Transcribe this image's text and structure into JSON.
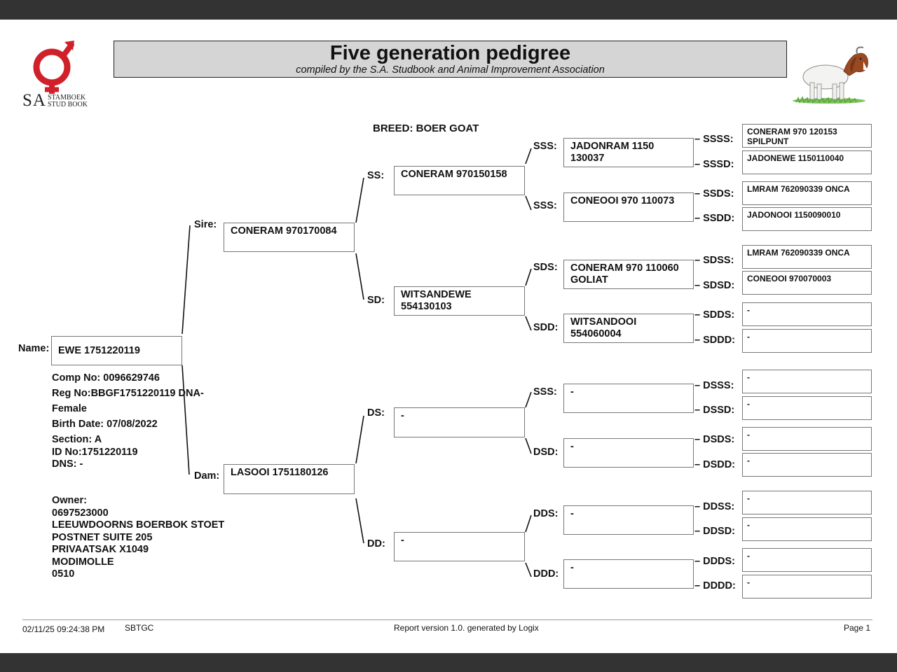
{
  "logo": {
    "letters": "SA",
    "line1": "STAMBOEK",
    "line2": "STUD BOOK",
    "color": "#d0202a"
  },
  "header": {
    "title": "Five generation pedigree",
    "subtitle": "compiled by the S.A. Studbook and Animal Improvement Association"
  },
  "breed": "BREED: BOER GOAT",
  "animal": {
    "name_label": "Name:",
    "name": "EWE 1751220119",
    "comp_no": "Comp No: 0096629746",
    "reg_no": "Reg No:BBGF1751220119 DNA-",
    "sex": "Female",
    "birth_date": "Birth Date: 07/08/2022",
    "section": "Section: A",
    "id_no": "ID No:1751220119",
    "dns": "DNS: -",
    "owner_label": "Owner:",
    "owner_lines": [
      "0697523000",
      "LEEUWDOORNS BOERBOK STOET",
      "POSTNET SUITE 205",
      "PRIVAATSAK X1049",
      "MODIMOLLE",
      "0510"
    ]
  },
  "parents": {
    "sire_label": "Sire:",
    "sire": "CONERAM 970170084",
    "dam_label": "Dam:",
    "dam": "LASOOI 1751180126"
  },
  "gen2": [
    {
      "label": "SS:",
      "value": "CONERAM 970150158"
    },
    {
      "label": "SD:",
      "value": "WITSANDEWE\n554130103"
    },
    {
      "label": "DS:",
      "value": "-"
    },
    {
      "label": "DD:",
      "value": "-"
    }
  ],
  "gen3": [
    {
      "label": "SSS:",
      "value": "JADONRAM 1150\n130037"
    },
    {
      "label": "SSS:",
      "value": "CONEOOI 970 110073"
    },
    {
      "label": "SDS:",
      "value": "CONERAM 970 110060\nGOLIAT"
    },
    {
      "label": "SDD:",
      "value": "WITSANDOOI\n554060004"
    },
    {
      "label": "SSS:",
      "value": "-"
    },
    {
      "label": "DSD:",
      "value": "-"
    },
    {
      "label": "DDS:",
      "value": "-"
    },
    {
      "label": "DDD:",
      "value": "-"
    }
  ],
  "gen4": [
    {
      "label": "– SSSS:",
      "value": "CONERAM 970 120153\nSPILPUNT"
    },
    {
      "label": "– SSSD:",
      "value": "JADONEWE 1150110040"
    },
    {
      "label": "– SSDS:",
      "value": "LMRAM 762090339 ONCA"
    },
    {
      "label": "– SSDD:",
      "value": "JADONOOI 1150090010"
    },
    {
      "label": "– SDSS:",
      "value": "LMRAM 762090339 ONCA"
    },
    {
      "label": "– SDSD:",
      "value": "CONEOOI 970070003"
    },
    {
      "label": "– SDDS:",
      "value": "-"
    },
    {
      "label": "– SDDD:",
      "value": "-"
    },
    {
      "label": "– DSSS:",
      "value": "-"
    },
    {
      "label": "– DSSD:",
      "value": "-"
    },
    {
      "label": "– DSDS:",
      "value": "-"
    },
    {
      "label": "– DSDD:",
      "value": "-"
    },
    {
      "label": "– DDSS:",
      "value": "-"
    },
    {
      "label": "– DDSD:",
      "value": "-"
    },
    {
      "label": "– DDDS:",
      "value": "-"
    },
    {
      "label": "– DDDD:",
      "value": "-"
    }
  ],
  "footer": {
    "datetime": "02/11/25 09:24:38 PM",
    "code": "SBTGC",
    "report": "Report version 1.0. generated by Logix",
    "page": "Page 1"
  }
}
